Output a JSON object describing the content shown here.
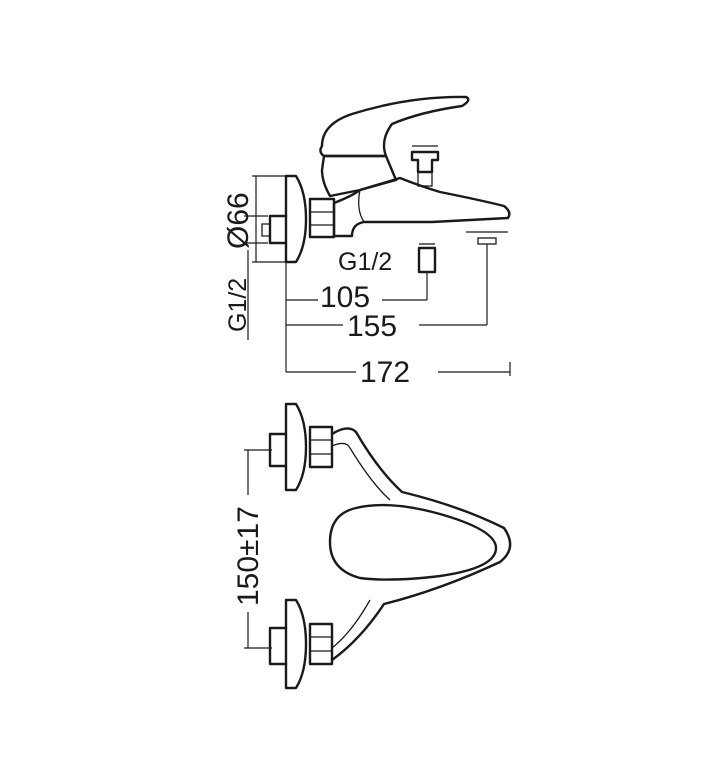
{
  "dimensions": {
    "diameter": "Ø66",
    "thread_side": "G1/2",
    "thread_diverter": "G1/2",
    "len_105": "105",
    "len_155": "155",
    "len_172": "172",
    "spacing": "150±17"
  }
}
